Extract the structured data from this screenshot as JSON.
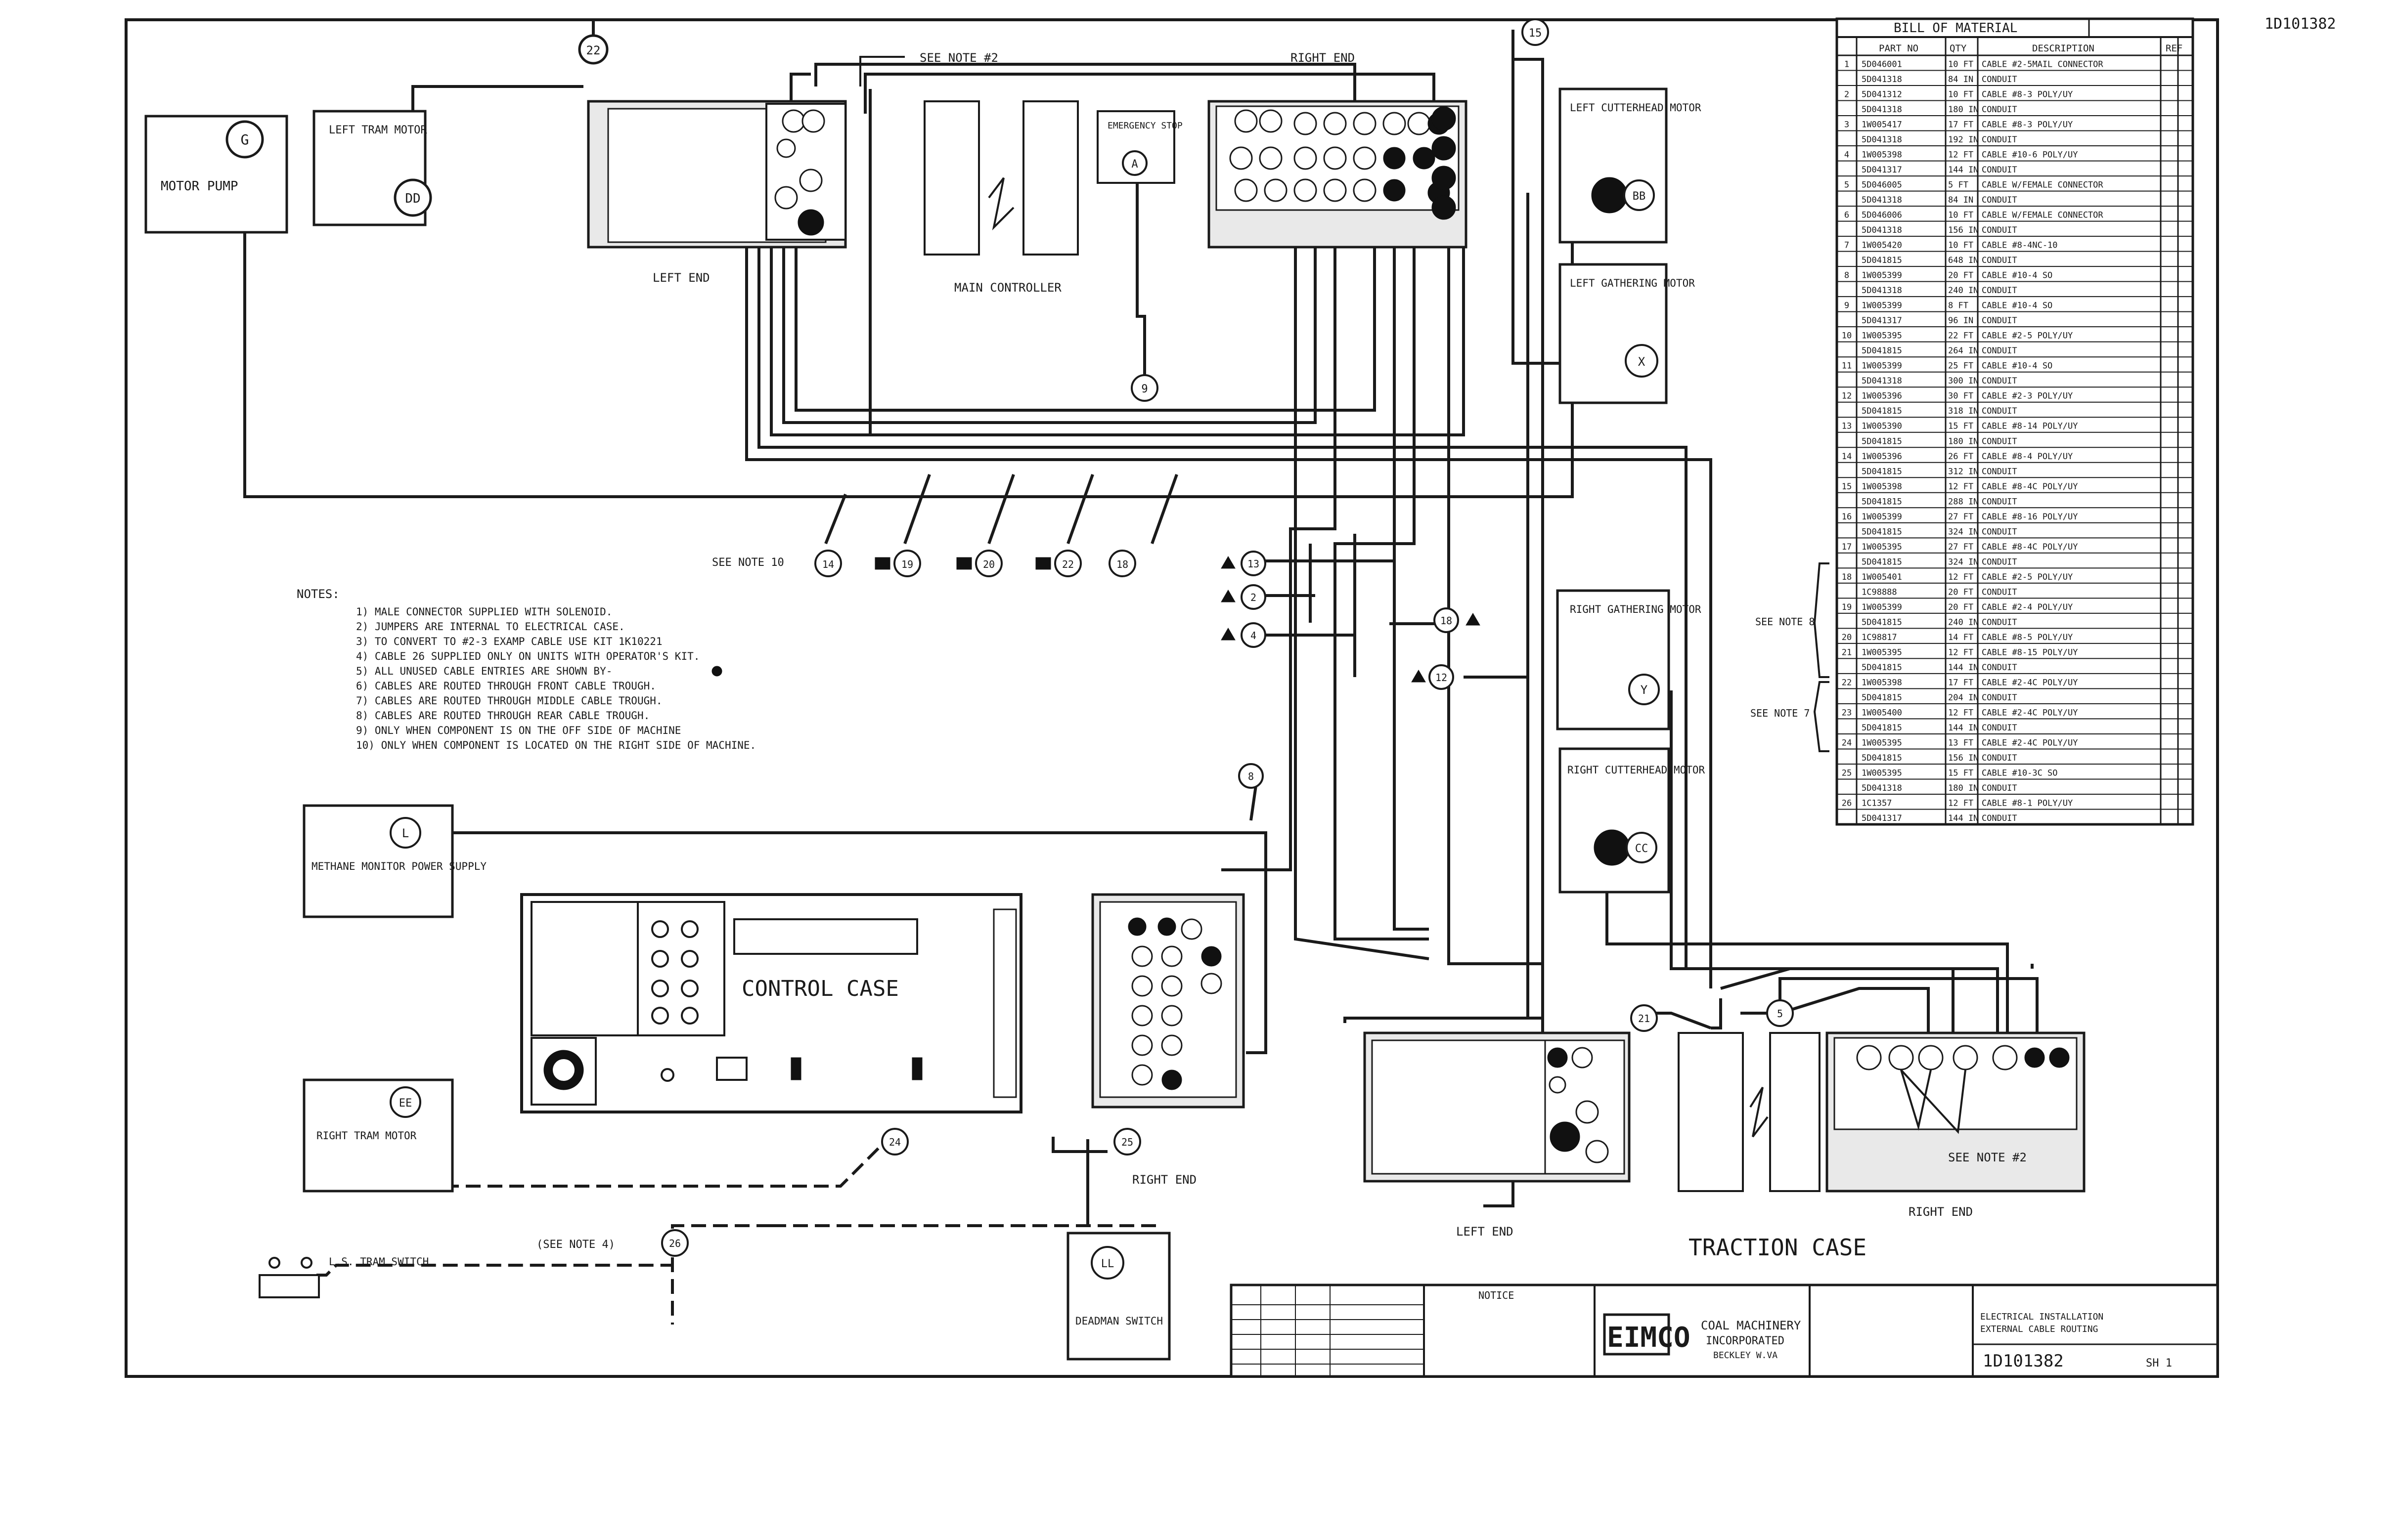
{
  "drawing_no_top": "1D101382",
  "notes": {
    "title": "NOTES:",
    "lines": [
      "1) MALE CONNECTOR SUPPLIED WITH SOLENOID.",
      "2) JUMPERS ARE INTERNAL TO ELECTRICAL CASE.",
      "3) TO CONVERT TO #2-3 EXAMP CABLE USE KIT 1K10221",
      "4) CABLE 26 SUPPLIED ONLY ON UNITS WITH OPERATOR'S KIT.",
      "5) ALL UNUSED CABLE ENTRIES ARE SHOWN BY-",
      "6) CABLES ARE ROUTED THROUGH FRONT CABLE TROUGH.",
      "7) CABLES ARE ROUTED THROUGH MIDDLE CABLE TROUGH.",
      "8) CABLES ARE ROUTED THROUGH REAR CABLE TROUGH.",
      "9) ONLY WHEN COMPONENT IS ON THE OFF SIDE OF MACHINE",
      "10) ONLY WHEN COMPONENT IS LOCATED ON THE RIGHT SIDE OF MACHINE."
    ]
  },
  "components": {
    "motor_pump": "MOTOR PUMP",
    "left_tram_motor": "LEFT TRAM MOTOR",
    "left_cutterhead_motor": "LEFT CUTTERHEAD MOTOR",
    "left_gathering_motor": "LEFT GATHERING MOTOR",
    "right_gathering_motor": "RIGHT GATHERING MOTOR",
    "right_cutterhead_motor": "RIGHT CUTTERHEAD MOTOR",
    "methane_monitor": "METHANE MONITOR POWER SUPPLY",
    "right_tram_motor": "RIGHT TRAM MOTOR",
    "tram_switch": "L.S. TRAM SWITCH",
    "deadman_switch": "DEADMAN SWITCH",
    "emergency_stop": "EMERGENCY STOP",
    "main_controller": "MAIN CONTROLLER",
    "control_case": "CONTROL CASE",
    "traction_case": "TRACTION CASE"
  },
  "labels": {
    "left_end": "LEFT END",
    "right_end": "RIGHT END",
    "see_note_2": "SEE NOTE #2",
    "see_note_10": "SEE NOTE 10",
    "see_note_4": "(SEE NOTE 4)",
    "see_note_8": "SEE NOTE 8",
    "see_note_7": "SEE NOTE 7"
  },
  "balloons": {
    "motor_pump": "G",
    "left_tram": "DD",
    "left_cutter": "BB",
    "left_gather": "X",
    "right_gather": "Y",
    "right_cutter": "CC",
    "methane": "L",
    "right_tram": "EE",
    "deadman": "LL",
    "estop": "A",
    "c22": "22",
    "c15": "15",
    "c9": "9",
    "c14": "14",
    "c19": "19",
    "c20": "20",
    "c22b": "22",
    "c18": "18",
    "c13": "13",
    "c2": "2",
    "c4": "4",
    "c18b": "18",
    "c12": "12",
    "c8": "8",
    "c21": "21",
    "c5": "5",
    "c25": "25",
    "c24": "24",
    "c26": "26"
  },
  "bom": {
    "title": "BILL OF MATERIAL",
    "headers": [
      "",
      "PART NO",
      "QTY",
      "DESCRIPTION",
      "REF"
    ],
    "rows": [
      [
        "1",
        "5D046001",
        "10 FT",
        "CABLE #2-5MAIL CONNECTOR",
        ""
      ],
      [
        "",
        "5D041318",
        "84 IN",
        "CONDUIT",
        ""
      ],
      [
        "2",
        "5D041312",
        "10 FT",
        "CABLE #8-3 POLY/UY",
        ""
      ],
      [
        "",
        "5D041318",
        "180 IN",
        "CONDUIT",
        ""
      ],
      [
        "3",
        "1W005417",
        "17 FT",
        "CABLE #8-3 POLY/UY",
        ""
      ],
      [
        "",
        "5D041318",
        "192 IN",
        "CONDUIT",
        ""
      ],
      [
        "4",
        "1W005398",
        "12 FT",
        "CABLE #10-6 POLY/UY",
        ""
      ],
      [
        "",
        "5D041317",
        "144 IN",
        "CONDUIT",
        ""
      ],
      [
        "5",
        "5D046005",
        "5 FT",
        "CABLE W/FEMALE CONNECTOR",
        ""
      ],
      [
        "",
        "5D041318",
        "84 IN",
        "CONDUIT",
        ""
      ],
      [
        "6",
        "5D046006",
        "10 FT",
        "CABLE W/FEMALE CONNECTOR",
        ""
      ],
      [
        "",
        "5D041318",
        "156 IN",
        "CONDUIT",
        ""
      ],
      [
        "7",
        "1W005420",
        "10 FT",
        "CABLE #8-4NC-10",
        ""
      ],
      [
        "",
        "5D041815",
        "648 IN",
        "CONDUIT",
        ""
      ],
      [
        "8",
        "1W005399",
        "20 FT",
        "CABLE #10-4 SO",
        ""
      ],
      [
        "",
        "5D041318",
        "240 IN",
        "CONDUIT",
        ""
      ],
      [
        "9",
        "1W005399",
        "8 FT",
        "CABLE #10-4 SO",
        ""
      ],
      [
        "",
        "5D041317",
        "96 IN",
        "CONDUIT",
        ""
      ],
      [
        "10",
        "1W005395",
        "22 FT",
        "CABLE #2-5 POLY/UY",
        ""
      ],
      [
        "",
        "5D041815",
        "264 IN",
        "CONDUIT",
        ""
      ],
      [
        "11",
        "1W005399",
        "25 FT",
        "CABLE #10-4 SO",
        ""
      ],
      [
        "",
        "5D041318",
        "300 IN",
        "CONDUIT",
        ""
      ],
      [
        "12",
        "1W005396",
        "30 FT",
        "CABLE #2-3 POLY/UY",
        ""
      ],
      [
        "",
        "5D041815",
        "318 IN",
        "CONDUIT",
        ""
      ],
      [
        "13",
        "1W005390",
        "15 FT",
        "CABLE #8-14 POLY/UY",
        ""
      ],
      [
        "",
        "5D041815",
        "180 IN",
        "CONDUIT",
        ""
      ],
      [
        "14",
        "1W005396",
        "26 FT",
        "CABLE #8-4 POLY/UY",
        ""
      ],
      [
        "",
        "5D041815",
        "312 IN",
        "CONDUIT",
        ""
      ],
      [
        "15",
        "1W005398",
        "12 FT",
        "CABLE #8-4C POLY/UY",
        ""
      ],
      [
        "",
        "5D041815",
        "288 IN",
        "CONDUIT",
        ""
      ],
      [
        "16",
        "1W005399",
        "27 FT",
        "CABLE #8-16 POLY/UY",
        ""
      ],
      [
        "",
        "5D041815",
        "324 IN",
        "CONDUIT",
        ""
      ],
      [
        "17",
        "1W005395",
        "27 FT",
        "CABLE #8-4C POLY/UY",
        ""
      ],
      [
        "",
        "5D041815",
        "324 IN",
        "CONDUIT",
        ""
      ],
      [
        "18",
        "1W005401",
        "12 FT",
        "CABLE #2-5 POLY/UY",
        ""
      ],
      [
        "",
        "1C98888",
        "20 FT",
        "CONDUIT",
        ""
      ],
      [
        "19",
        "1W005399",
        "20 FT",
        "CABLE #2-4 POLY/UY",
        ""
      ],
      [
        "",
        "5D041815",
        "240 IN",
        "CONDUIT",
        ""
      ],
      [
        "20",
        "1C98817",
        "14 FT",
        "CABLE #8-5 POLY/UY",
        ""
      ],
      [
        "21",
        "1W005395",
        "12 FT",
        "CABLE #8-15 POLY/UY",
        ""
      ],
      [
        "",
        "5D041815",
        "144 IN",
        "CONDUIT",
        ""
      ],
      [
        "22",
        "1W005398",
        "17 FT",
        "CABLE #2-4C POLY/UY",
        ""
      ],
      [
        "",
        "5D041815",
        "204 IN",
        "CONDUIT",
        ""
      ],
      [
        "23",
        "1W005400",
        "12 FT",
        "CABLE #2-4C POLY/UY",
        ""
      ],
      [
        "",
        "5D041815",
        "144 IN",
        "CONDUIT",
        ""
      ],
      [
        "24",
        "1W005395",
        "13 FT",
        "CABLE #2-4C POLY/UY",
        ""
      ],
      [
        "",
        "5D041815",
        "156 IN",
        "CONDUIT",
        ""
      ],
      [
        "25",
        "1W005395",
        "15 FT",
        "CABLE #10-3C SO",
        ""
      ],
      [
        "",
        "5D041318",
        "180 IN",
        "CONDUIT",
        ""
      ],
      [
        "26",
        "1C1357",
        "12 FT",
        "CABLE #8-1 POLY/UY",
        ""
      ],
      [
        "",
        "5D041317",
        "144 IN",
        "CONDUIT",
        ""
      ]
    ]
  },
  "title_block": {
    "company": "EIMCO",
    "subtitle_1": "COAL MACHINERY",
    "subtitle_2": "INCORPORATED",
    "subtitle_3": "BECKLEY W.VA",
    "title_1": "ELECTRICAL INSTALLATION",
    "title_2": "EXTERNAL CABLE ROUTING",
    "drawing_no": "1D101382",
    "sheet": "SH 1",
    "notice": "NOTICE"
  }
}
